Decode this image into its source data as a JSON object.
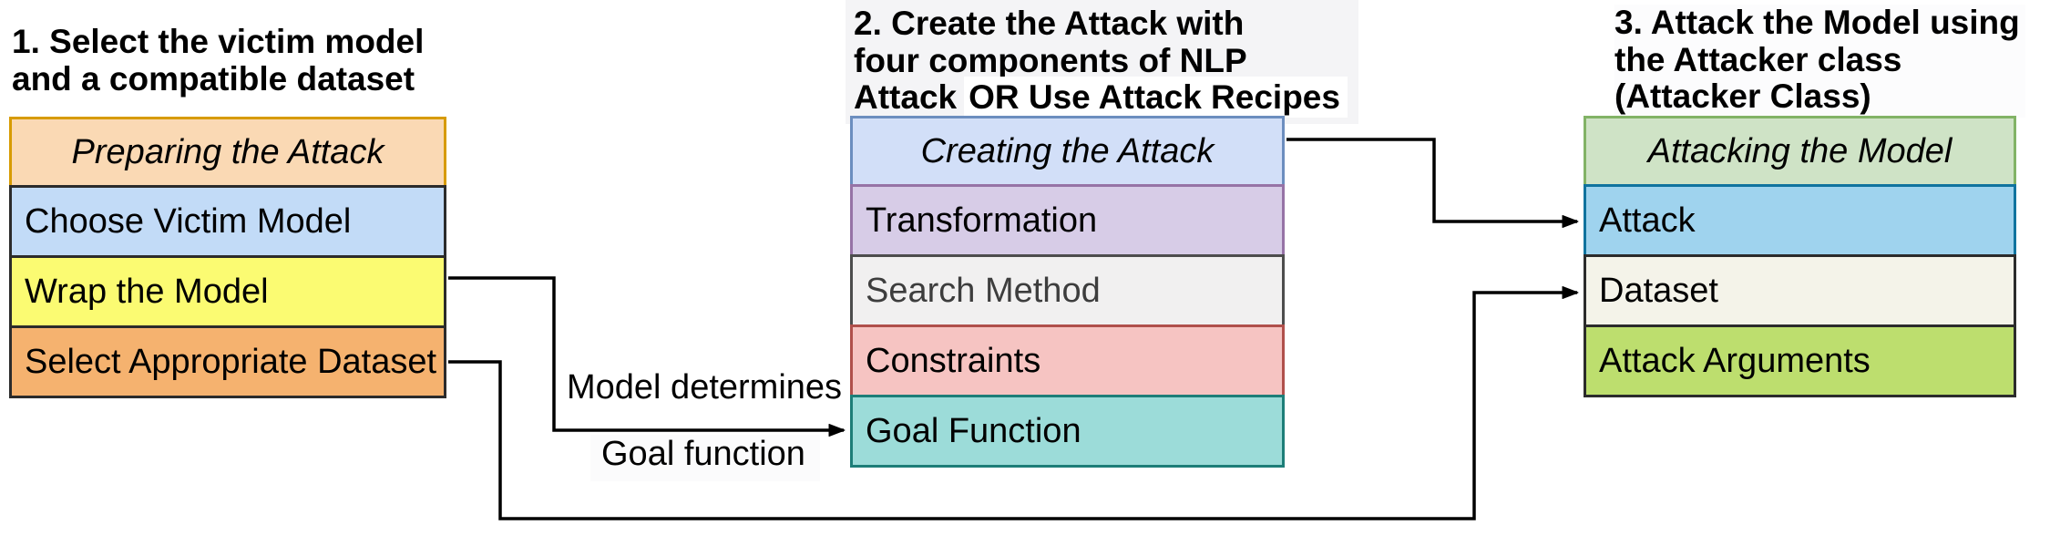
{
  "headings": {
    "step1": {
      "lines": [
        "1. Select the victim model",
        "and a compatible dataset"
      ]
    },
    "step2": {
      "lines": [
        "2. Create the Attack with",
        "four components of NLP",
        "Attack"
      ],
      "line3_suffix": "OR Use Attack Recipes"
    },
    "step3": {
      "lines": [
        "3. Attack the Model using",
        "the Attacker class",
        "(Attacker Class)"
      ]
    }
  },
  "boxes": {
    "preparing": {
      "header": {
        "label": "Preparing the Attack",
        "fill": "#FAD9B4",
        "stroke": "#D79B00"
      },
      "rows": [
        {
          "label": "Choose Victim Model",
          "fill": "#C2DBF7",
          "stroke": "#2B2B2B"
        },
        {
          "label": "Wrap the Model",
          "fill": "#FBFB72",
          "stroke": "#2B2B2B"
        },
        {
          "label": "Select Appropriate Dataset",
          "fill": "#F5B26F",
          "stroke": "#2B2B2B"
        }
      ]
    },
    "creating": {
      "header": {
        "label": "Creating the Attack",
        "fill": "#D2DFF8",
        "stroke": "#6C8EBF"
      },
      "rows": [
        {
          "label": "Transformation",
          "fill": "#D7CCE7",
          "stroke": "#9673A6",
          "text_color": "#000000"
        },
        {
          "label": "Search Method",
          "fill": "#F1F0F0",
          "stroke": "#4D4D4D",
          "text_color": "#3D3D3D"
        },
        {
          "label": "Constraints",
          "fill": "#F6C4C2",
          "stroke": "#B0504B",
          "text_color": "#000000"
        },
        {
          "label": "Goal Function",
          "fill": "#9CDCD9",
          "stroke": "#1D7E78",
          "text_color": "#000000"
        }
      ]
    },
    "attacking": {
      "header": {
        "label": "Attacking the Model",
        "fill": "#CFE3C6",
        "stroke": "#82B366"
      },
      "rows": [
        {
          "label": "Attack",
          "fill": "#9FD3EE",
          "stroke": "#10739E"
        },
        {
          "label": "Dataset",
          "fill": "#F4F3E9",
          "stroke": "#2B2B2B"
        },
        {
          "label": "Attack Arguments",
          "fill": "#BDDE6E",
          "stroke": "#2B2B2B"
        }
      ]
    }
  },
  "arrow_labels": {
    "model_determines": "Model determines",
    "goal_function": "Goal function"
  },
  "colors": {
    "arrow": "#000000",
    "heading_text": "#000000",
    "heading2_background": "#F4F4F6",
    "page_background": "#FFFFFF"
  }
}
